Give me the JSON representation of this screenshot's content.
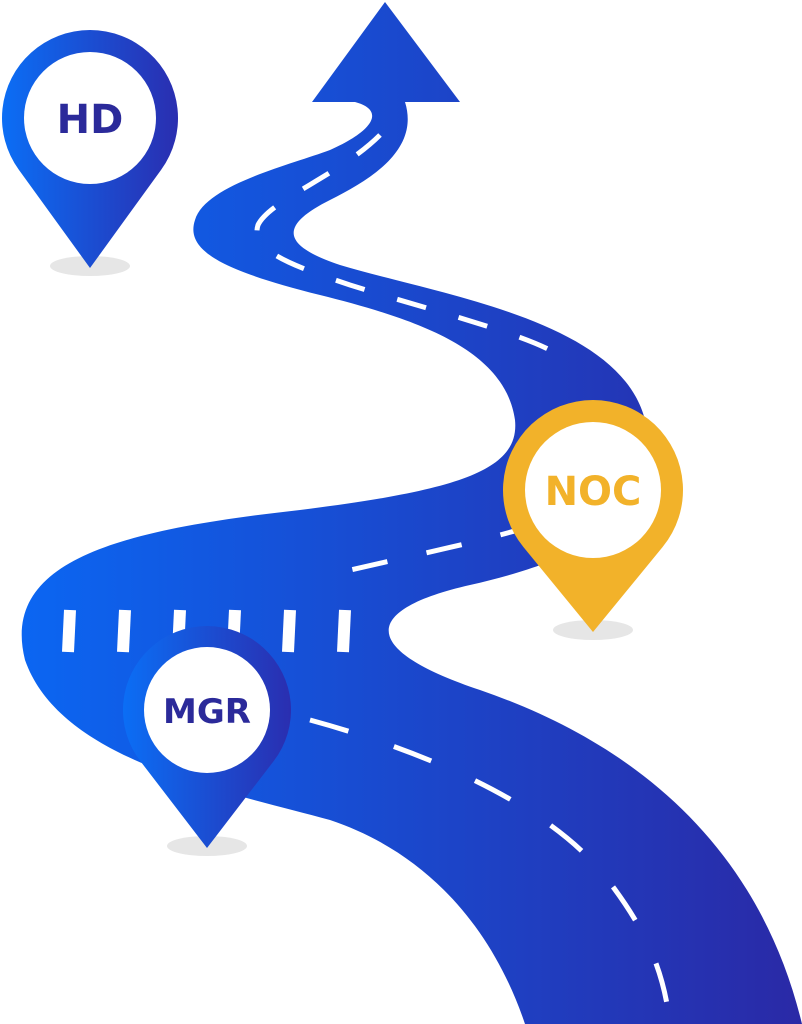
{
  "diagram": {
    "type": "roadmap",
    "colors": {
      "road_start": "#0b66f2",
      "road_end": "#2a29a6",
      "pin_blue_start": "#0b6ef5",
      "pin_blue_end": "#2a2eb0",
      "pin_yellow": "#f2b22a",
      "label_blue": "#2b2a9a",
      "label_yellow": "#f2b22a",
      "lane_marking": "#ffffff",
      "pin_shadow": "#e6e6e6",
      "background": "#ffffff"
    },
    "pins": [
      {
        "label": "HD",
        "color": "blue"
      },
      {
        "label": "NOC",
        "color": "yellow"
      },
      {
        "label": "MGR",
        "color": "blue"
      }
    ],
    "arrow": {
      "direction": "up",
      "icon": "arrow-up-icon"
    }
  }
}
